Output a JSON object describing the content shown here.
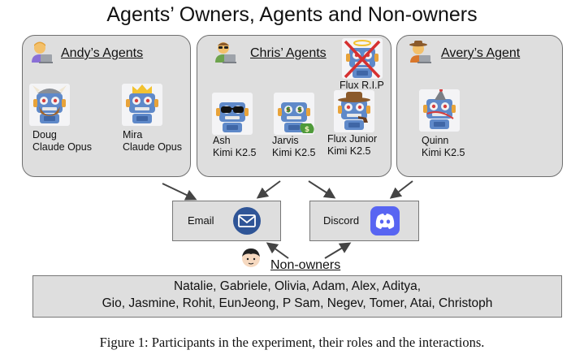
{
  "title": "Agents’ Owners, Agents and Non-owners",
  "groups": {
    "andy": {
      "heading": "Andy’s Agents",
      "owner_icon": "person-laptop-icon",
      "agents": [
        {
          "name": "Doug",
          "model": "Claude Opus",
          "icon": "robot-viking-icon"
        },
        {
          "name": "Mira",
          "model": "Claude Opus",
          "icon": "robot-crown-icon"
        }
      ]
    },
    "chris": {
      "heading": "Chris’ Agents",
      "owner_icon": "person-sunglasses-laptop-icon",
      "agents": [
        {
          "name": "Ash",
          "model": "Kimi K2.5",
          "icon": "robot-sunglasses-icon"
        },
        {
          "name": "Jarvis",
          "model": "Kimi K2.5",
          "icon": "robot-money-icon"
        },
        {
          "name": "Flux Junior",
          "model": "Kimi K2.5",
          "icon": "robot-cowboy-pipe-icon"
        }
      ],
      "retired": {
        "name": "Flux R.I.P",
        "icon": "robot-crossed-out-icon"
      }
    },
    "avery": {
      "heading": "Avery’s Agent",
      "owner_icon": "person-cowboy-laptop-icon",
      "agents": [
        {
          "name": "Quinn",
          "model": "Kimi K2.5",
          "icon": "robot-party-hat-icon"
        }
      ]
    }
  },
  "channels": {
    "email": {
      "label": "Email",
      "icon": "envelope-icon",
      "color": "#2f5597"
    },
    "discord": {
      "label": "Discord",
      "icon": "discord-icon",
      "color": "#5865f2"
    }
  },
  "non_owners": {
    "heading": "Non-owners",
    "icon": "person-face-icon",
    "line1": "Natalie, Gabriele, Olivia, Adam, Alex, Aditya,",
    "line2": "Gio, Jasmine, Rohit, EunJeong, P Sam, Negev, Tomer, Atai, Christoph"
  },
  "caption": "Figure 1: Participants in the experiment, their roles and the interactions."
}
